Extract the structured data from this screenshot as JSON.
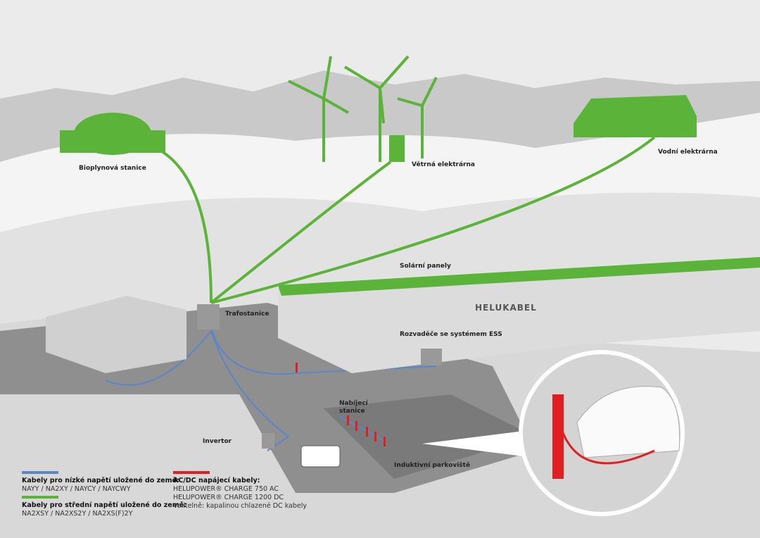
{
  "labels": {
    "biogas": "Bioplynová stanice",
    "wind": "Větrná elektrárna",
    "hydro": "Vodní elektrárna",
    "solar": "Solární panely",
    "transformer": "Trafostanice",
    "switchgear": "Rozvaděče se systémem ESS",
    "charging": "Nabíjecí stanice",
    "inverter": "Invertor",
    "inductive": "Induktivní parkoviště",
    "brand": "HELUKABEL"
  },
  "legend": {
    "low_voltage": {
      "color": "#5b86c9",
      "title": "Kabely pro nízké napětí uložené do země:",
      "types": "NAYY / NA2XY / NAYCY / NAYCWY"
    },
    "medium_voltage": {
      "color": "#5cb33a",
      "title": "Kabely pro střední napětí uložené do země:",
      "types": "NA2XSY / NA2XS2Y / NA2XS(F)2Y"
    },
    "acdc": {
      "color": "#e02020",
      "title": "AC/DC napájecí kabely:",
      "line1": "HELUPOWER® CHARGE 750 AC",
      "line2": "HELUPOWER® CHARGE 1200 DC",
      "line3": "Volitelně: kapalinou chlazené DC kabely"
    }
  }
}
